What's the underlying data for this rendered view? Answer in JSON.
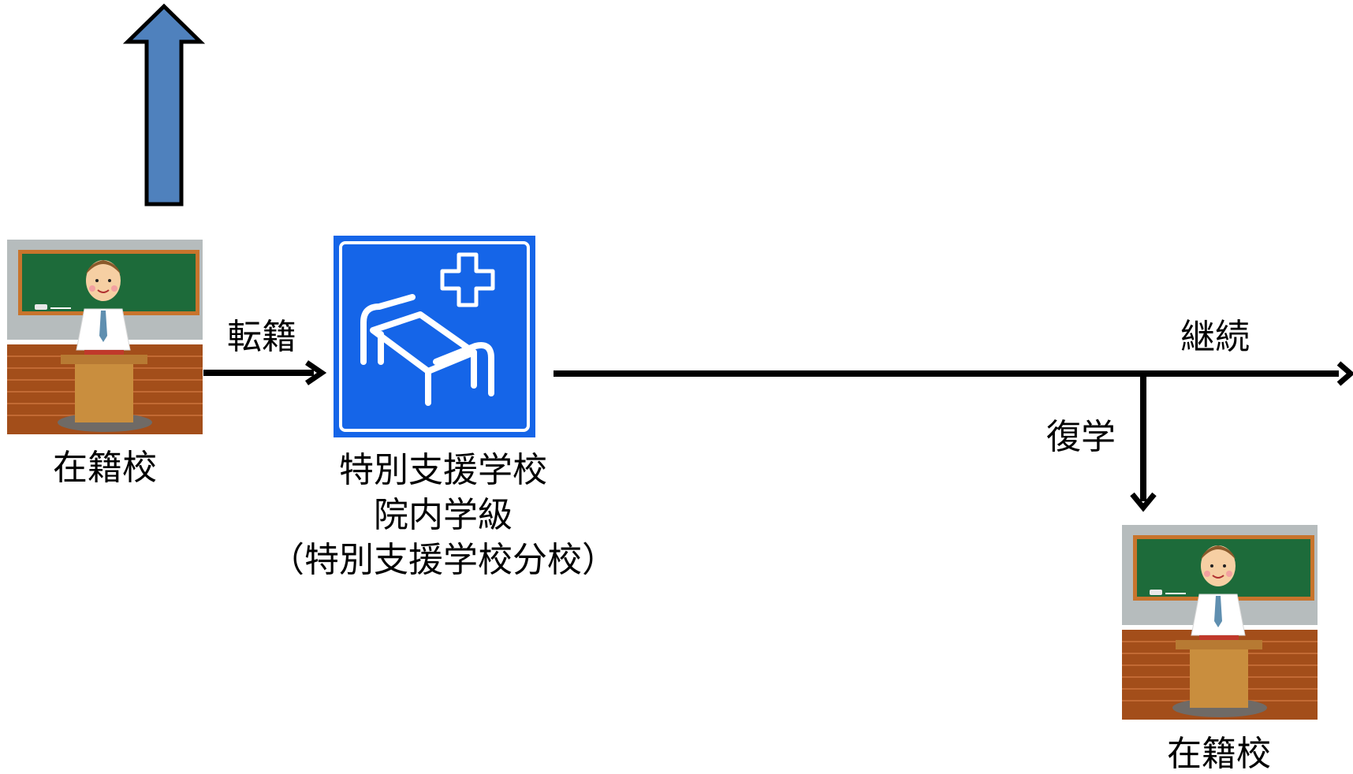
{
  "colors": {
    "up_arrow_fill": "#4f81bd",
    "arrow_stroke": "#000000",
    "hospital_sign_bg": "#1565e8",
    "chalkboard": "#1d6b3a",
    "chalkboard_frame": "#c8742c",
    "wall": "#b6bcbd",
    "floor": "#a34e1a",
    "podium": "#c98e3e"
  },
  "nodes": {
    "home_school_left": {
      "label": "在籍校",
      "icon": "teacher-classroom-icon"
    },
    "hospital_class": {
      "icon": "hospital-bed-sign-icon",
      "label_lines": [
        "特別支援学校",
        "院内学級",
        "（特別支援学校分校）"
      ]
    },
    "home_school_right": {
      "label": "在籍校",
      "icon": "teacher-classroom-icon"
    }
  },
  "edges": {
    "transfer": {
      "label": "転籍"
    },
    "continue": {
      "label": "継続"
    },
    "return_to_school": {
      "label": "復学"
    }
  }
}
